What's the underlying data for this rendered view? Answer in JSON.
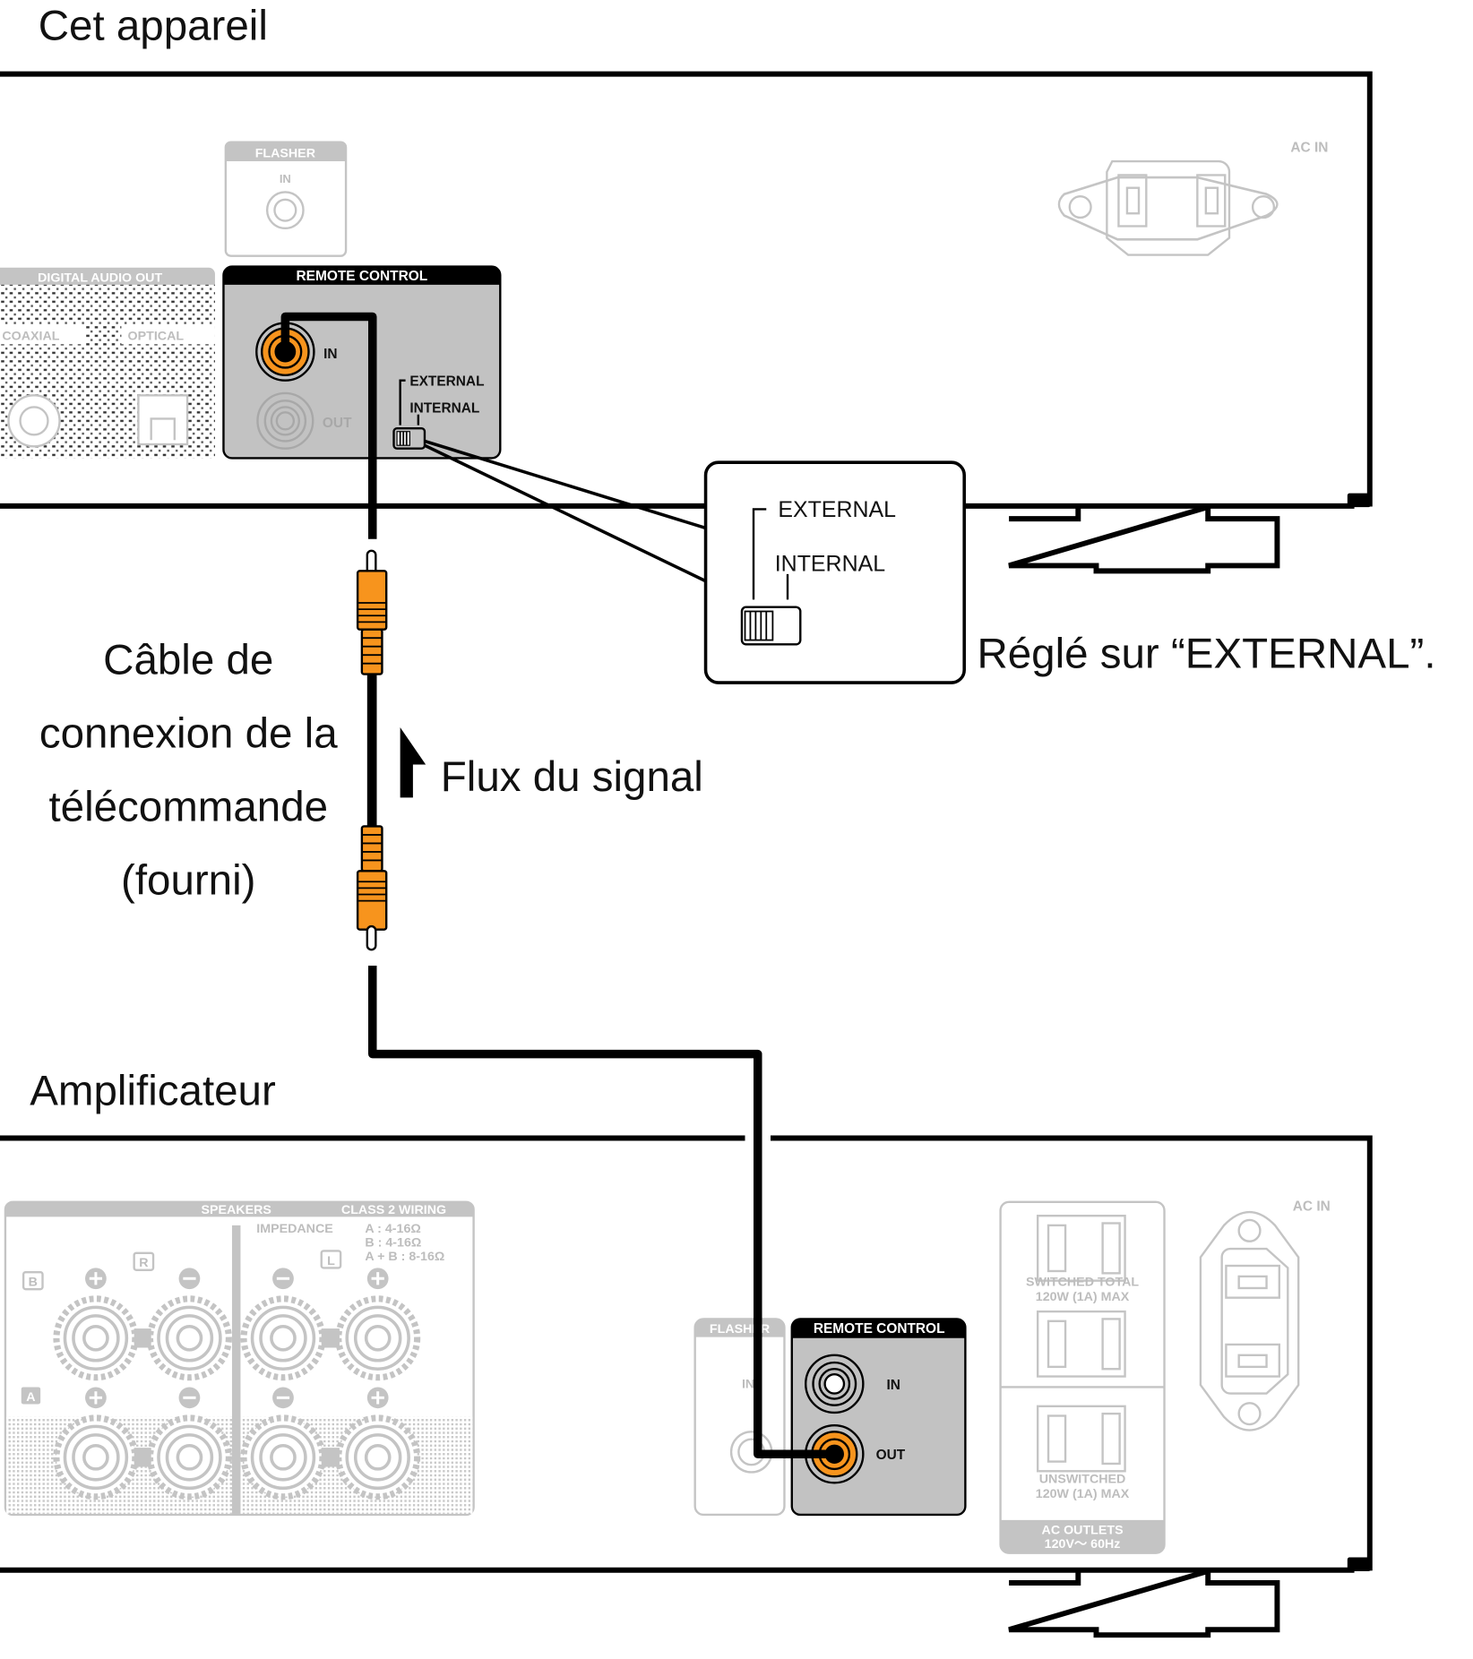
{
  "labels": {
    "this_unit": "Cet appareil",
    "amplifier": "Amplificateur",
    "cable_line1": "Câble de",
    "cable_line2": "connexion de la",
    "cable_line3": "télécommande",
    "cable_line4": "(fourni)",
    "signal_flow": "Flux du signal",
    "set_to": "Réglé sur “EXTERNAL”."
  },
  "unit": {
    "flasher_title": "FLASHER",
    "flasher_in": "IN",
    "digital_audio_out": "DIGITAL AUDIO OUT",
    "coaxial": "COAXIAL",
    "optical": "OPTICAL",
    "remote_control": "REMOTE CONTROL",
    "in": "IN",
    "out": "OUT",
    "external": "EXTERNAL",
    "internal": "INTERNAL",
    "ac_in": "AC IN"
  },
  "callout": {
    "external": "EXTERNAL",
    "internal": "INTERNAL",
    "switch_position": "EXTERNAL"
  },
  "amp": {
    "speakers": "SPEAKERS",
    "class2": "CLASS 2 WIRING",
    "impedance": "IMPEDANCE",
    "imp_a": "A      :  4-16Ω",
    "imp_b": "B      :  4-16Ω",
    "imp_ab": "A + B :  8-16Ω",
    "r": "R",
    "l": "L",
    "b": "B",
    "a": "A",
    "flasher": "FLASHER",
    "flasher_in": "IN",
    "remote_control": "REMOTE CONTROL",
    "in": "IN",
    "out": "OUT",
    "switched1": "SWITCHED TOTAL",
    "switched2": "120W (1A) MAX",
    "unswitched1": "UNSWITCHED",
    "unswitched2": "120W (1A) MAX",
    "outlets1": "AC OUTLETS",
    "outlets2": "120V～ 60Hz",
    "ac_in": "AC IN"
  },
  "colors": {
    "connector": "#F7941D",
    "panel": "#C2C2C2",
    "faded": "#C4C4C4"
  }
}
